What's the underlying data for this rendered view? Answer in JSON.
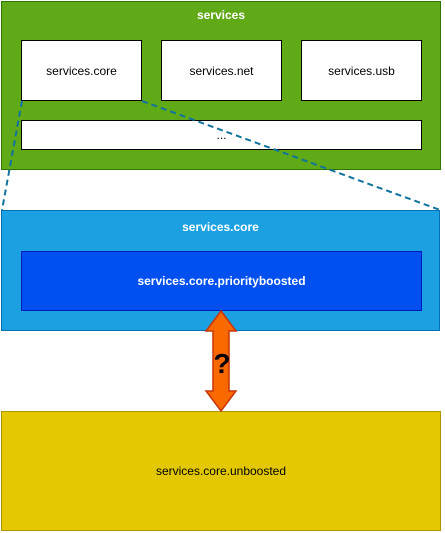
{
  "services": {
    "title": "services",
    "modules": [
      "services.core",
      "services.net",
      "services.usb"
    ],
    "more": "..."
  },
  "core": {
    "title": "services.core",
    "boosted_label": "services.core.priorityboosted"
  },
  "unboosted_label": "services.core.unboosted",
  "relation": {
    "label": "?"
  },
  "colors": {
    "services_fill": "#60a917",
    "core_fill": "#1ba1e2",
    "boosted_fill": "#0050ef",
    "unboosted_fill": "#e3c800",
    "arrow_fill": "#fa6800",
    "zoom_line": "#10739e"
  }
}
